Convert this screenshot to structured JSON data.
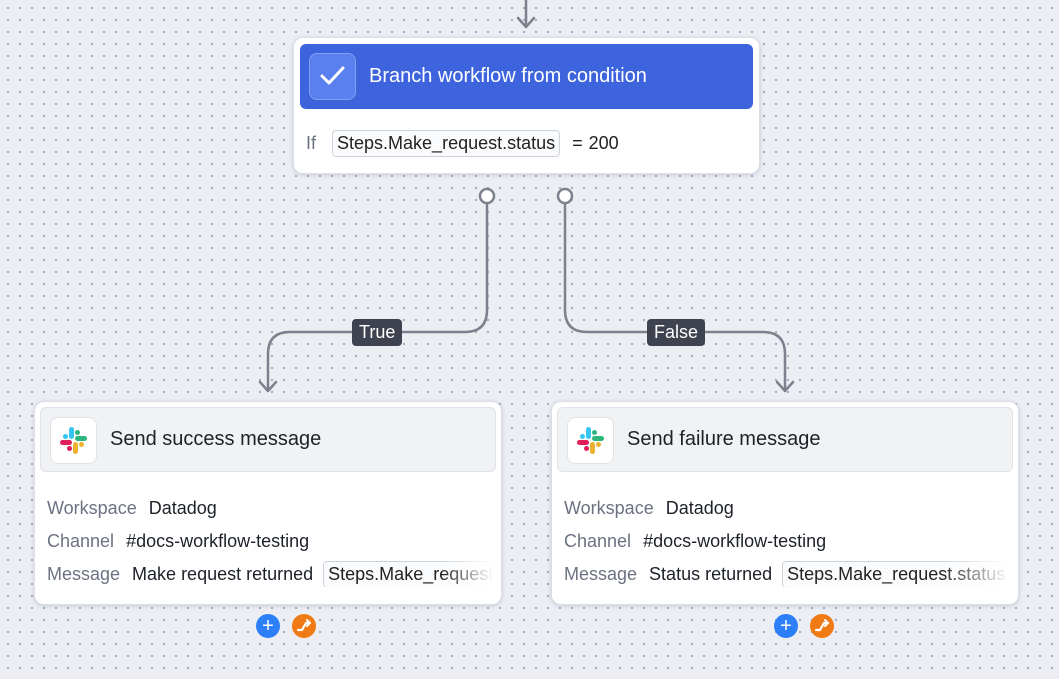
{
  "branch": {
    "title": "Branch workflow from condition",
    "icon": "check-icon",
    "condition": {
      "if_label": "If",
      "variable": "Steps.Make_request.status",
      "operator": "=",
      "value": "200"
    }
  },
  "edges": {
    "true_label": "True",
    "false_label": "False"
  },
  "success_step": {
    "title": "Send success message",
    "icon": "slack-icon",
    "workspace_label": "Workspace",
    "workspace_value": "Datadog",
    "channel_label": "Channel",
    "channel_value": "#docs-workflow-testing",
    "message_label": "Message",
    "message_text": "Make request returned",
    "message_variable": "Steps.Make_request.status"
  },
  "failure_step": {
    "title": "Send failure message",
    "icon": "slack-icon",
    "workspace_label": "Workspace",
    "workspace_value": "Datadog",
    "channel_label": "Channel",
    "channel_value": "#docs-workflow-testing",
    "message_label": "Message",
    "message_text": "Status returned",
    "message_variable": "Steps.Make_request.status"
  },
  "buttons": {
    "add_symbol": "+",
    "add_icon": "plus-icon",
    "error_icon": "error-path-icon"
  },
  "colors": {
    "accent": "#3d63dd",
    "edge_label_bg": "#3f4350",
    "add_button": "#2d7ff9",
    "error_button": "#f07a13"
  }
}
